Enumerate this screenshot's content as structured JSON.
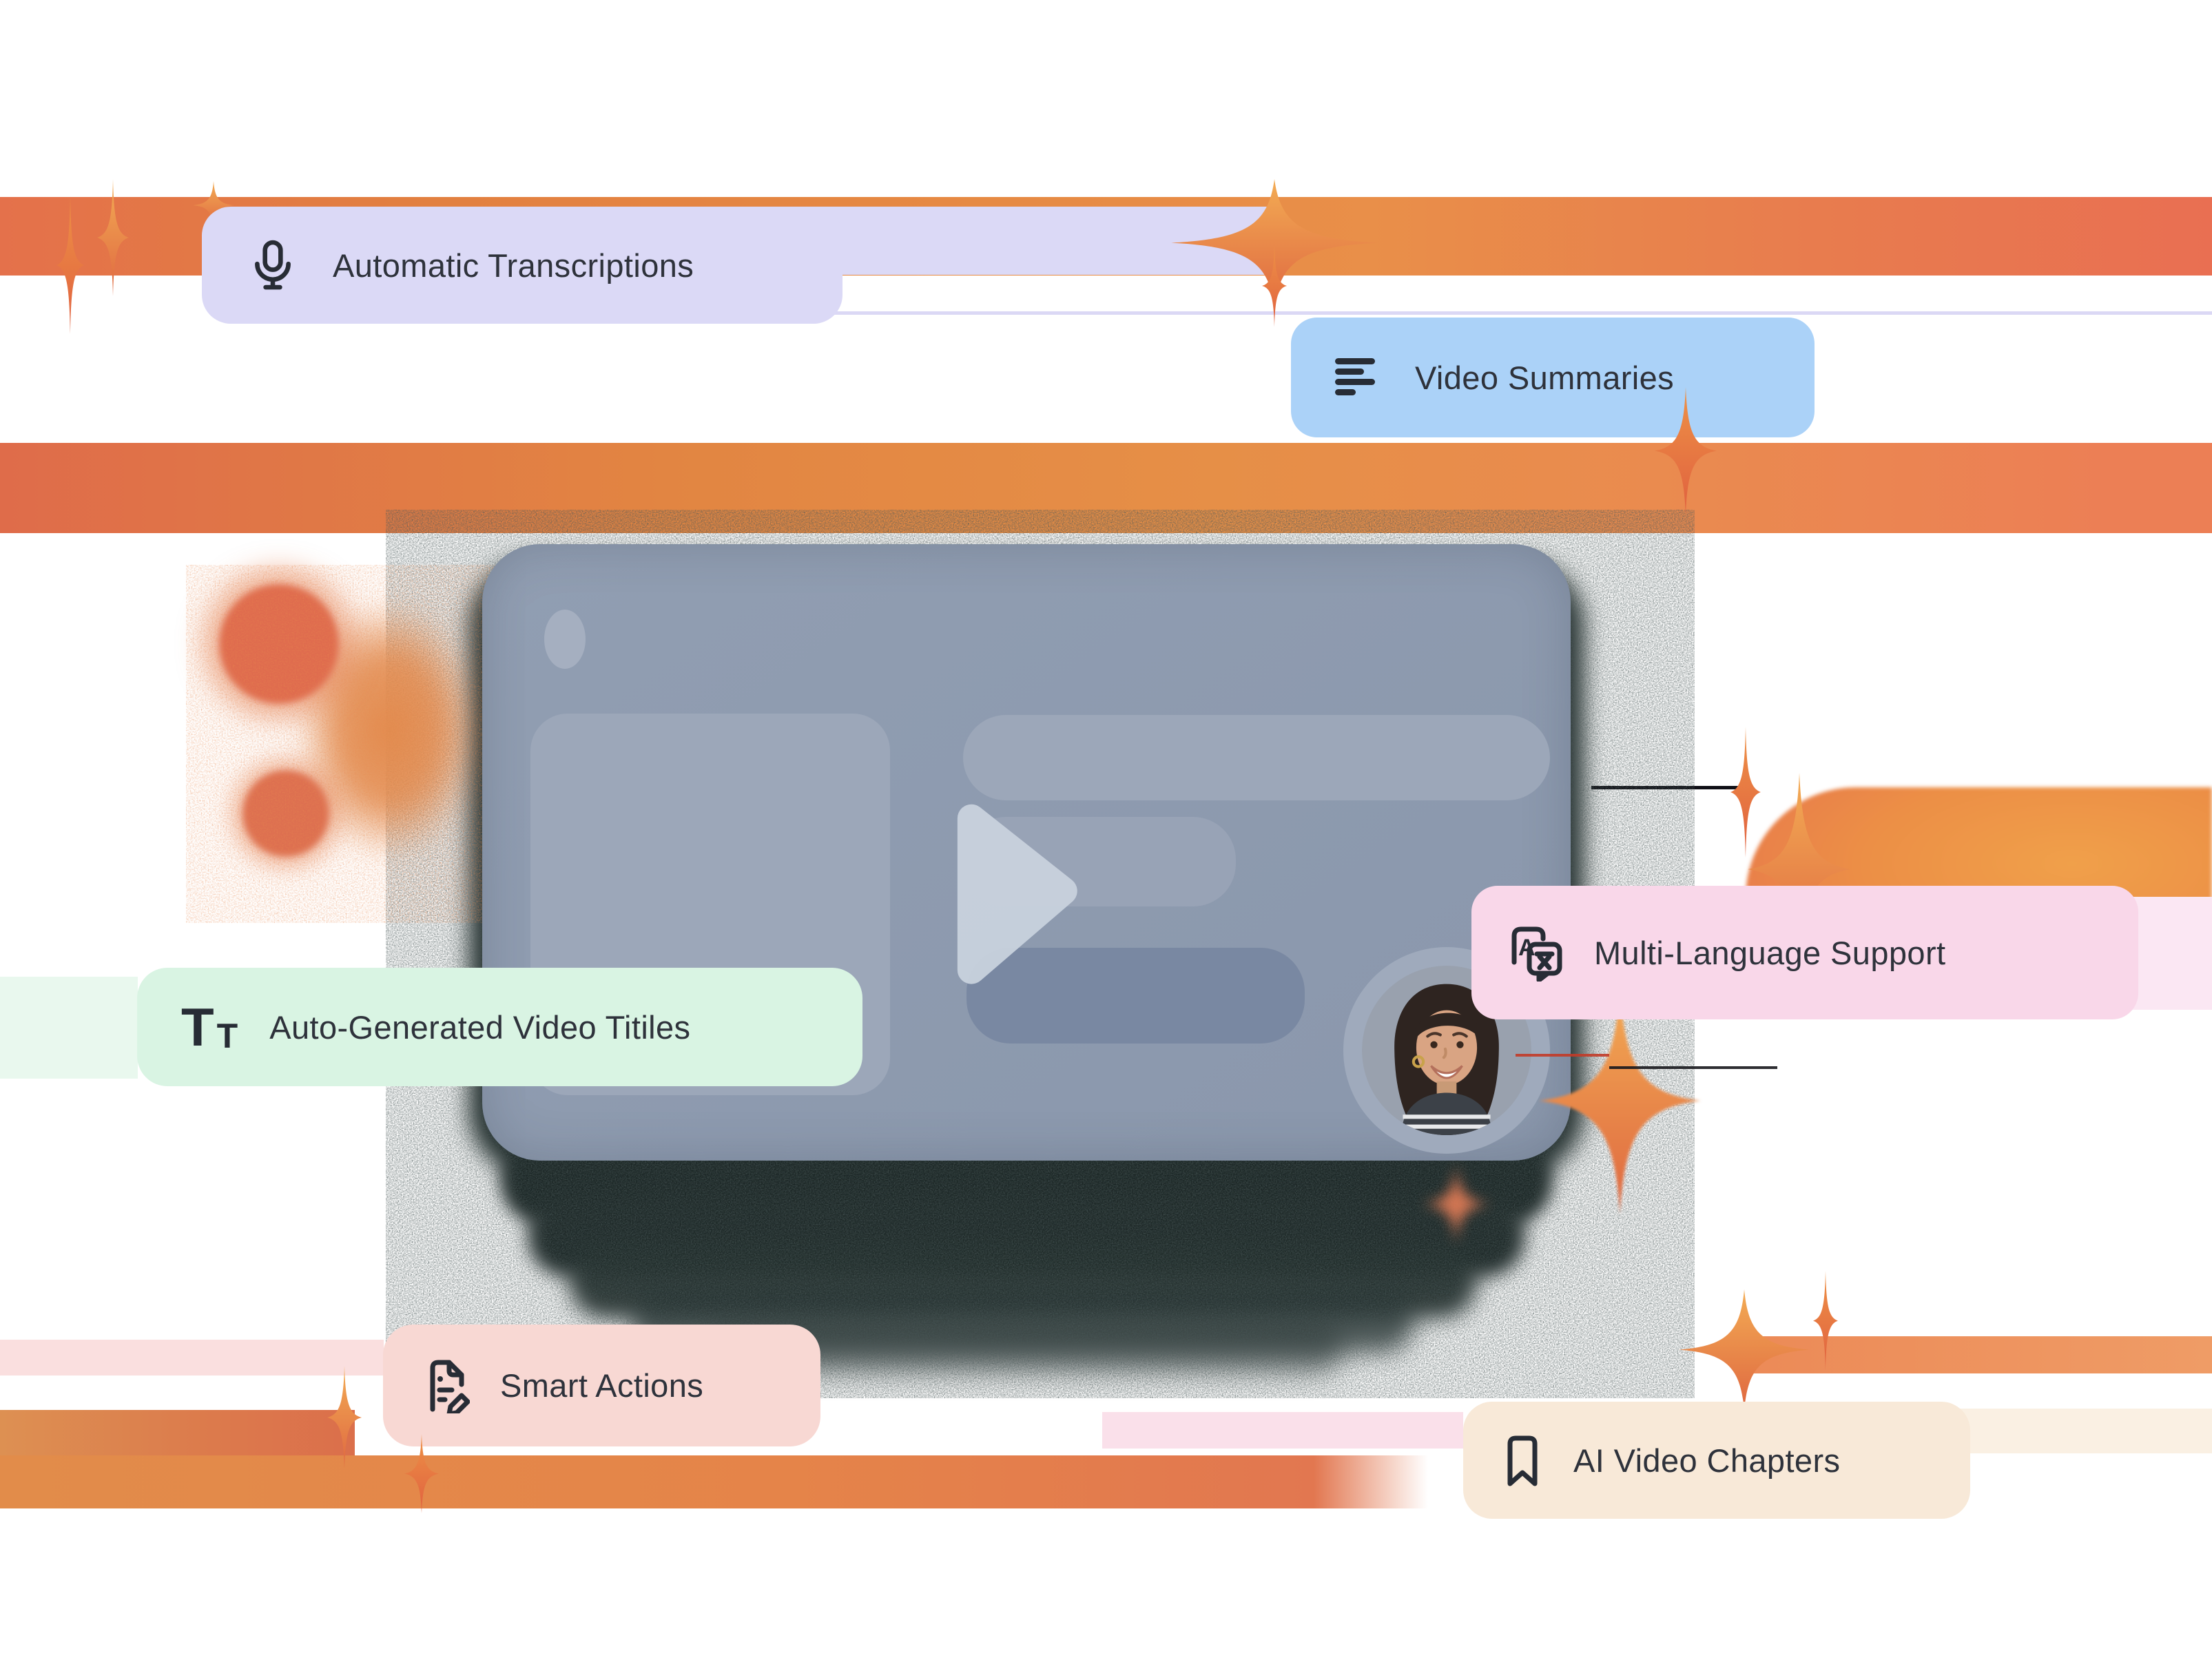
{
  "badges": [
    {
      "label": "Automatic Transcriptions",
      "icon": "microphone-icon",
      "bg": "#DBD9F6"
    },
    {
      "label": "Video Summaries",
      "icon": "summary-lines-icon",
      "bg": "#ABD2F8"
    },
    {
      "label": "Auto-Generated Video Titiles",
      "icon": "text-format-icon",
      "bg": "#D9F4E3",
      "icon_glyphs": [
        "T",
        "T"
      ]
    },
    {
      "label": "Multi-Language Support",
      "icon": "translate-icon",
      "bg": "#F9D7E9",
      "icon_glyph": "A"
    },
    {
      "label": "Smart Actions",
      "icon": "document-edit-icon",
      "bg": "#F8D8D3"
    },
    {
      "label": "AI Video Chapters",
      "icon": "bookmark-icon",
      "bg": "#F8E9D8"
    }
  ],
  "player": {
    "element": "video-player-card",
    "play_icon": "play-icon",
    "avatar": "presenter-avatar",
    "placeholders": [
      "thumbnail-block",
      "title-bar",
      "subtitle-bar",
      "action-bar"
    ]
  },
  "palette": {
    "lavender": "#DBD9F6",
    "blue": "#ABD2F8",
    "mint": "#D9F4E3",
    "pink": "#F9D7E9",
    "salmon": "#F8D8D3",
    "cream": "#F8E9D8",
    "lavender_strip": "#DBD9F6",
    "mint_strip": "#E9F8EE",
    "pink_strip": "#FBE7F3",
    "salmon_strip": "#FADFDF",
    "bottom_pink_strip": "#FAE0EA",
    "cream_strip": "#FAF0E3",
    "orange_deep": "#E2684A",
    "orange": "#E67F43",
    "orange_light": "#EFA252",
    "card": "#8D9AAF",
    "card_shape": "#9CA7B9",
    "card_shape_dark": "#7988A2",
    "play": "#C9D2DE",
    "deck": "#1F2B2A",
    "text": "#2E323B",
    "icon": "#272C35"
  }
}
